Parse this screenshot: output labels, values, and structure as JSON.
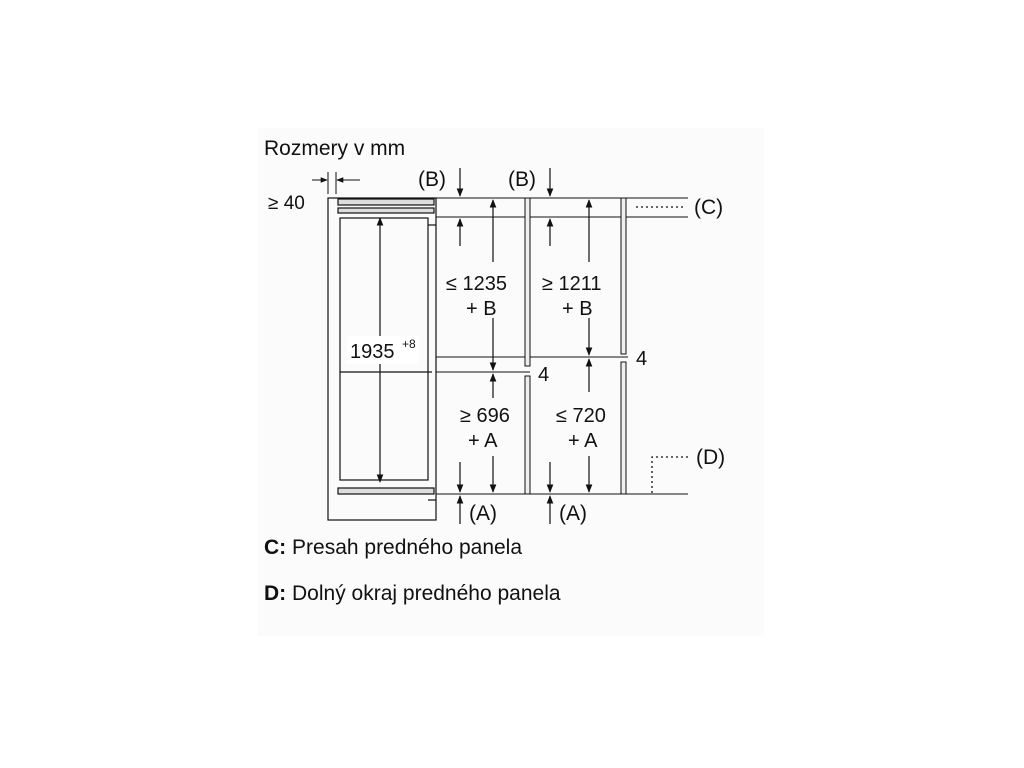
{
  "diagram": {
    "title": "Rozmery v mm",
    "dims": {
      "min40": "≥ 40",
      "b_left": "(B)",
      "b_right": "(B)",
      "c_label": "(C)",
      "height": "1935",
      "height_tol": "+8",
      "v1235_a": "≤ 1235",
      "v1235_b": "+ B",
      "v1211_a": "≥ 1211",
      "v1211_b": "+ B",
      "four_left": "4",
      "four_right": "4",
      "v696_a": "≥ 696",
      "v696_b": "+ A",
      "v720_a": "≤ 720",
      "v720_b": "+ A",
      "d_label": "(D)",
      "a_left": "(A)",
      "a_right": "(A)"
    },
    "legend": [
      {
        "key": "C:",
        "text": "Presah predného panela"
      },
      {
        "key": "D:",
        "text": "Dolný okraj predného panela"
      }
    ]
  }
}
